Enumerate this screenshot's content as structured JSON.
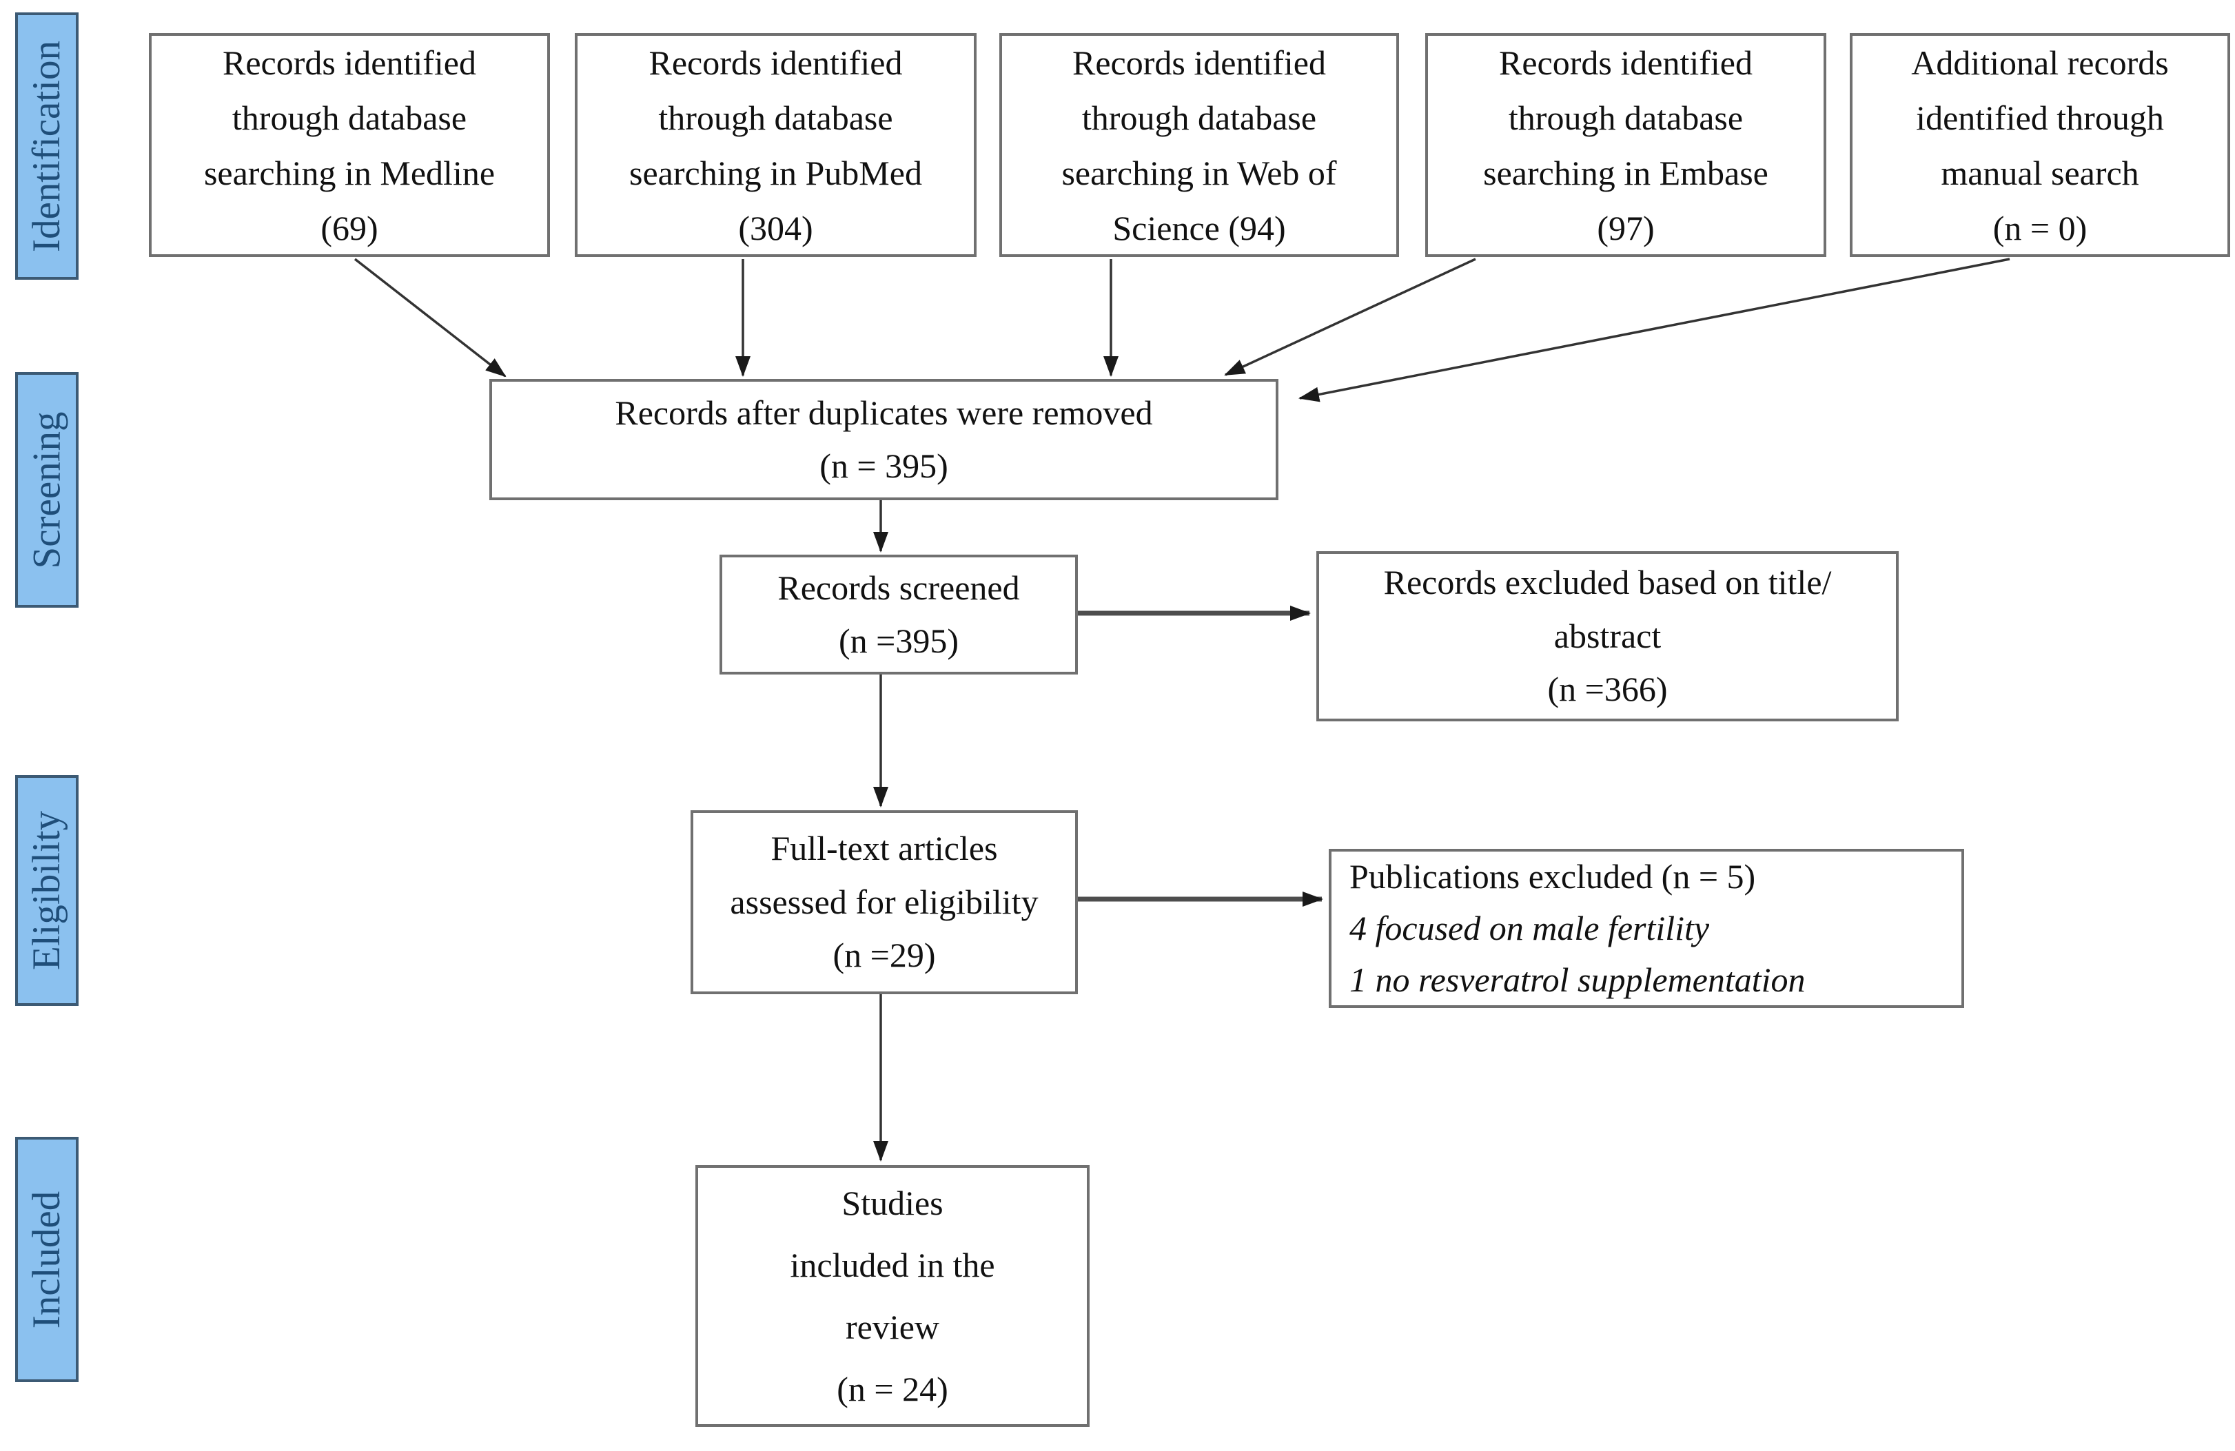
{
  "diagram": {
    "background": "#ffffff",
    "box_border_color": "#707070",
    "text_color": "#111111",
    "arrow_color": "#333333",
    "stage_fill": "#8BC1EF",
    "stage_border": "#3C5A74",
    "stage_text_color": "#1F4E79"
  },
  "stages": {
    "identification": "Identification",
    "screening": "Screening",
    "eligibility": "Eligibility",
    "included": "Included"
  },
  "boxes": {
    "medline": {
      "lines": [
        "Records identified",
        "through database",
        "searching in Medline",
        "(69)"
      ]
    },
    "pubmed": {
      "lines": [
        "Records identified",
        "through database",
        "searching in PubMed",
        "(304)"
      ]
    },
    "web_of_science": {
      "lines": [
        "Records identified",
        "through database",
        "searching in Web of",
        "Science (94)"
      ]
    },
    "embase": {
      "lines": [
        "Records identified",
        "through database",
        "searching in Embase",
        "(97)"
      ]
    },
    "manual": {
      "lines": [
        "Additional records",
        "identified through",
        "manual search",
        "(n = 0)"
      ]
    },
    "duplicates_removed": {
      "lines": [
        "Records after duplicates were removed",
        "(n = 395)"
      ]
    },
    "records_screened": {
      "lines": [
        "Records screened",
        "(n =395)"
      ]
    },
    "records_excluded": {
      "lines": [
        "Records excluded based on title/",
        "abstract",
        "(n =366)"
      ]
    },
    "full_text": {
      "lines": [
        "Full-text articles",
        "assessed for eligibility",
        "(n =29)"
      ]
    },
    "publications_excluded": {
      "lines": [
        "Publications excluded (n = 5)",
        "4 focused on male fertility",
        "1 no resveratrol supplementation"
      ]
    },
    "studies_included": {
      "lines": [
        "Studies",
        "included in the",
        "review",
        "(n = 24)"
      ]
    }
  }
}
